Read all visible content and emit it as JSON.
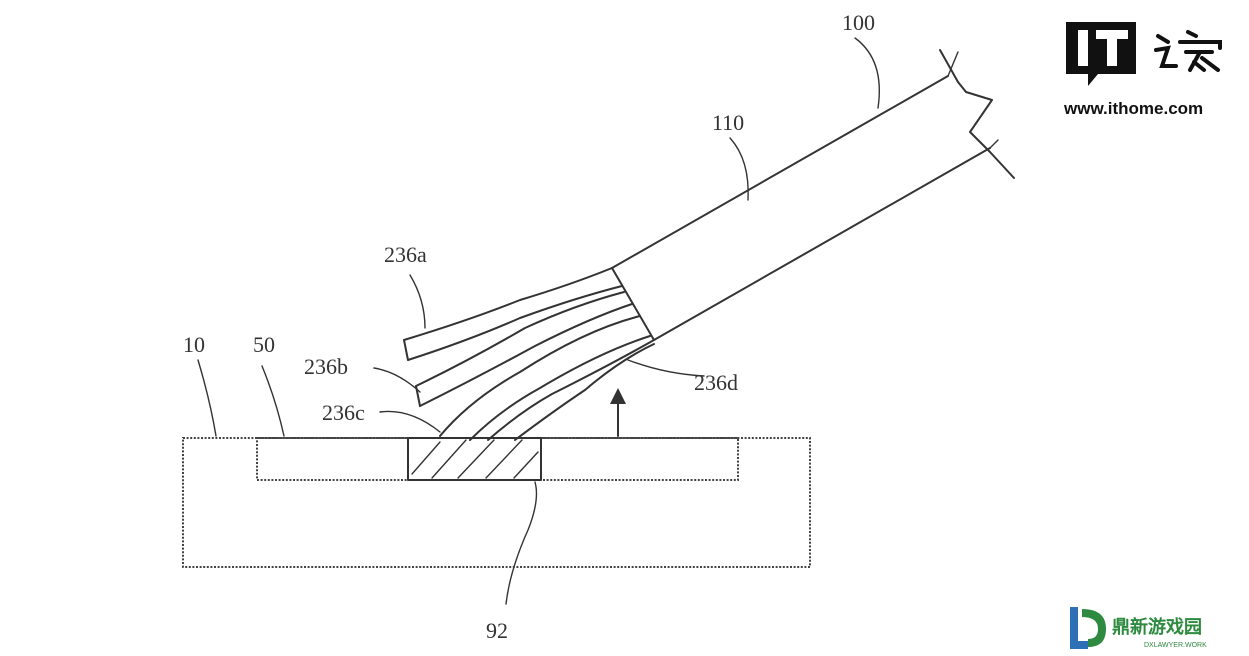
{
  "labels": {
    "cable": "100",
    "jacket": "110",
    "strand_a": "236a",
    "strand_b": "236b",
    "strand_c": "236c",
    "strand_d": "236d",
    "substrate": "10",
    "layer": "50",
    "pad": "92"
  },
  "watermark_it": {
    "brand_mark": "IT之家",
    "url": "www.ithome.com"
  },
  "watermark_dx": {
    "brand_mark": "鼎新游戏园",
    "domain": "DXLAWYER.WORK"
  },
  "colors": {
    "line": "#333333",
    "dx_green": "#2d8a3f",
    "dx_blue": "#2f6fb6"
  }
}
